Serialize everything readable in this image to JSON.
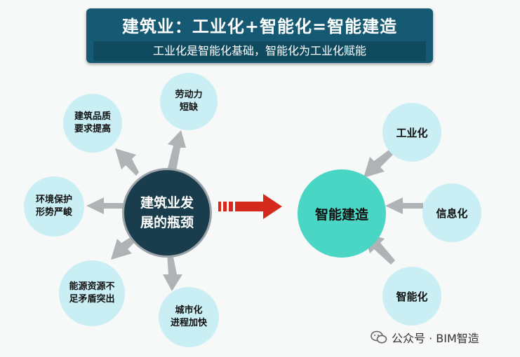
{
  "banner": {
    "title": "建筑业：工业化+智能化=智能建造",
    "subtitle": "工业化是智能化基础，智能化为工业化赋能"
  },
  "left_center": {
    "line1": "建筑业发",
    "line2": "展的瓶颈"
  },
  "left_nodes": {
    "labor": {
      "line1": "劳动力",
      "line2": "短缺"
    },
    "quality": {
      "line1": "建筑品质",
      "line2": "要求提高"
    },
    "environment": {
      "line1": "环境保护",
      "line2": "形势严峻"
    },
    "resources": {
      "line1": "能源资源不",
      "line2": "足矛盾突出"
    },
    "urbanization": {
      "line1": "城市化",
      "line2": "进程加快"
    }
  },
  "right_center": {
    "label": "智能建造"
  },
  "right_nodes": {
    "industrialization": "工业化",
    "informatization": "信息化",
    "intelligence": "智能化"
  },
  "watermark": {
    "text": "公众号 · BIM智造"
  },
  "colors": {
    "banner": "#155a72",
    "dark_circle": "#1a3d4d",
    "teal_circle": "#4ad6c4",
    "light_circle": "#c9eff5",
    "red_arrow": "#d42a1e",
    "grey_arrow": "#b0b3b5"
  }
}
